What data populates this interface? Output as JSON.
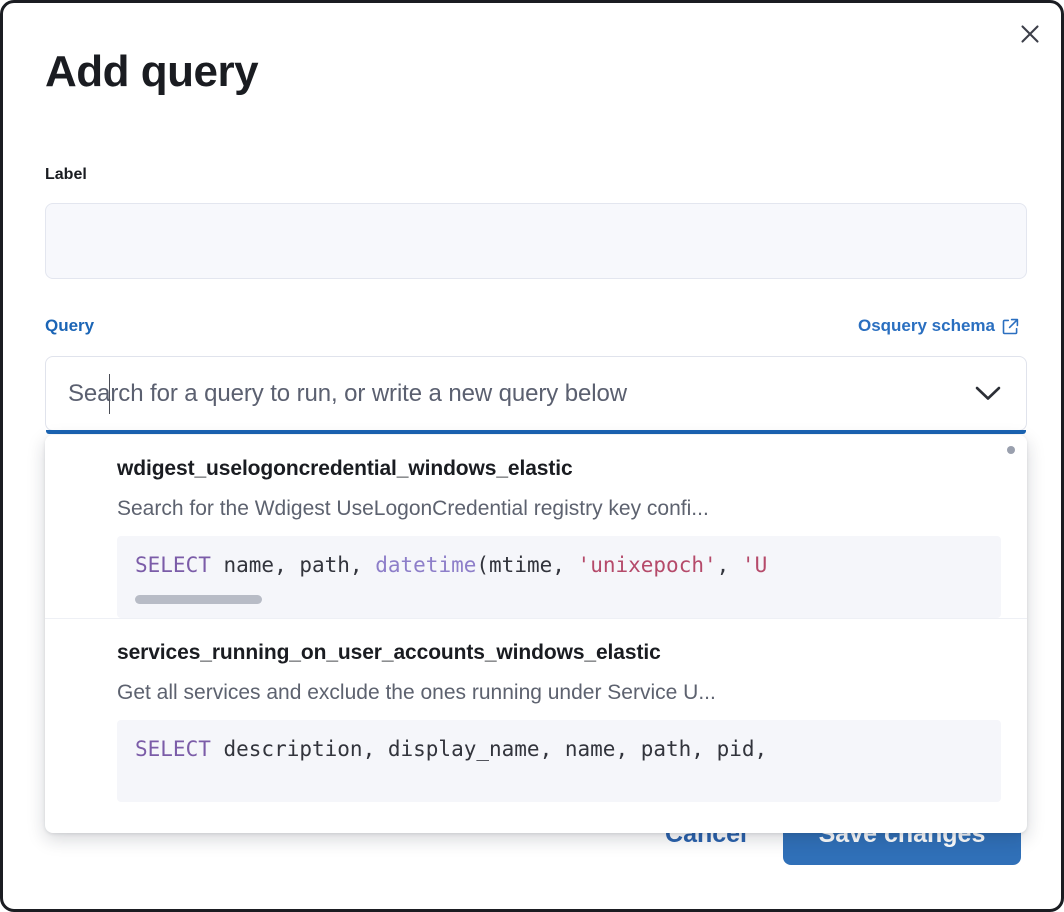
{
  "modal": {
    "title": "Add query",
    "close_icon": "close-icon"
  },
  "label_field": {
    "caption": "Label",
    "value": "",
    "placeholder": ""
  },
  "query_field": {
    "caption": "Query",
    "schema_link_text": "Osquery schema",
    "schema_link_icon": "external-link-icon",
    "combobox_placeholder": "Search for a query to run, or write a new query below",
    "combobox_value": "",
    "chevron_icon": "chevron-down-icon"
  },
  "dropdown": {
    "items": [
      {
        "title": "wdigest_uselogoncredential_windows_elastic",
        "description": "Search for the Wdigest UseLogonCredential registry key confi...",
        "code_tokens": [
          {
            "t": "SELECT",
            "c": "kw"
          },
          {
            "t": " name, path, ",
            "c": "pl"
          },
          {
            "t": "datetime",
            "c": "fn"
          },
          {
            "t": "(mtime, ",
            "c": "pl"
          },
          {
            "t": "'unixepoch'",
            "c": "str"
          },
          {
            "t": ", ",
            "c": "pl"
          },
          {
            "t": "'U",
            "c": "str"
          }
        ],
        "has_code_scrollbar": true
      },
      {
        "title": "services_running_on_user_accounts_windows_elastic",
        "description": "Get all services and exclude the ones running under Service U...",
        "code_tokens": [
          {
            "t": "SELECT",
            "c": "kw"
          },
          {
            "t": " description, display_name, name, path, pid,",
            "c": "pl"
          }
        ],
        "has_code_scrollbar": false
      }
    ]
  },
  "footer": {
    "cancel_label": "Cancel",
    "save_label": "Save changes"
  },
  "colors": {
    "accent_blue": "#3070b8",
    "link_blue": "#2a6fc0",
    "focus_underline": "#1b64b3",
    "text_primary": "#1a1c21",
    "text_muted": "#5d626f",
    "code_bg": "#f5f6fa",
    "input_bg": "#f7f8fc",
    "keyword_purple": "#7b5ca8",
    "function_purple": "#8d7ec9",
    "string_red": "#b54a6a"
  }
}
